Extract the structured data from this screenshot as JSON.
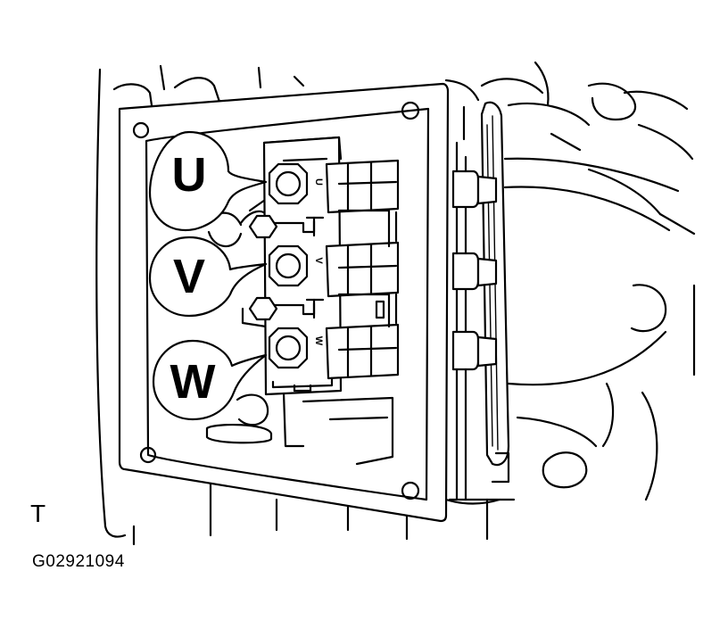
{
  "callouts": [
    {
      "id": "u",
      "label": "U"
    },
    {
      "id": "v",
      "label": "V"
    },
    {
      "id": "w",
      "label": "W"
    }
  ],
  "terminal_stamps": {
    "u": "U",
    "v": "V",
    "w": "W"
  },
  "view_mark": "T",
  "figure_id": "G02921094"
}
